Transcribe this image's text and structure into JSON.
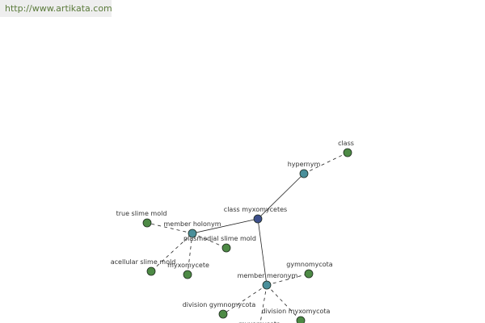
{
  "header": {
    "url": "http://www.artikata.com"
  },
  "colors": {
    "center_node": "#3d4f8c",
    "relation_node": "#4a8f9a",
    "leaf_node": "#4d8a45",
    "node_stroke": "#1e2a1e",
    "edge": "#222222"
  },
  "graph": {
    "center": {
      "label": "class myxomycetes"
    },
    "relations": {
      "hypernym": {
        "label": "hypernym"
      },
      "member_holonym": {
        "label": "member holonym"
      },
      "member_meronym": {
        "label": "member meronym"
      }
    },
    "leaves": {
      "class": {
        "label": "class"
      },
      "true_slime_mold": {
        "label": "true slime mold"
      },
      "plasmodial_slime_mold": {
        "label": "plasmodial slime mold"
      },
      "acellular_slime_mold": {
        "label": "acellular slime mold"
      },
      "myxomycete": {
        "label": "myxomycete"
      },
      "gymnomycota": {
        "label": "gymnomycota"
      },
      "division_gymnomycota": {
        "label": "division gymnomycota"
      },
      "division_myxomycota": {
        "label": "division myxomycota"
      },
      "myxomycota": {
        "label": "myxomycota"
      }
    }
  }
}
